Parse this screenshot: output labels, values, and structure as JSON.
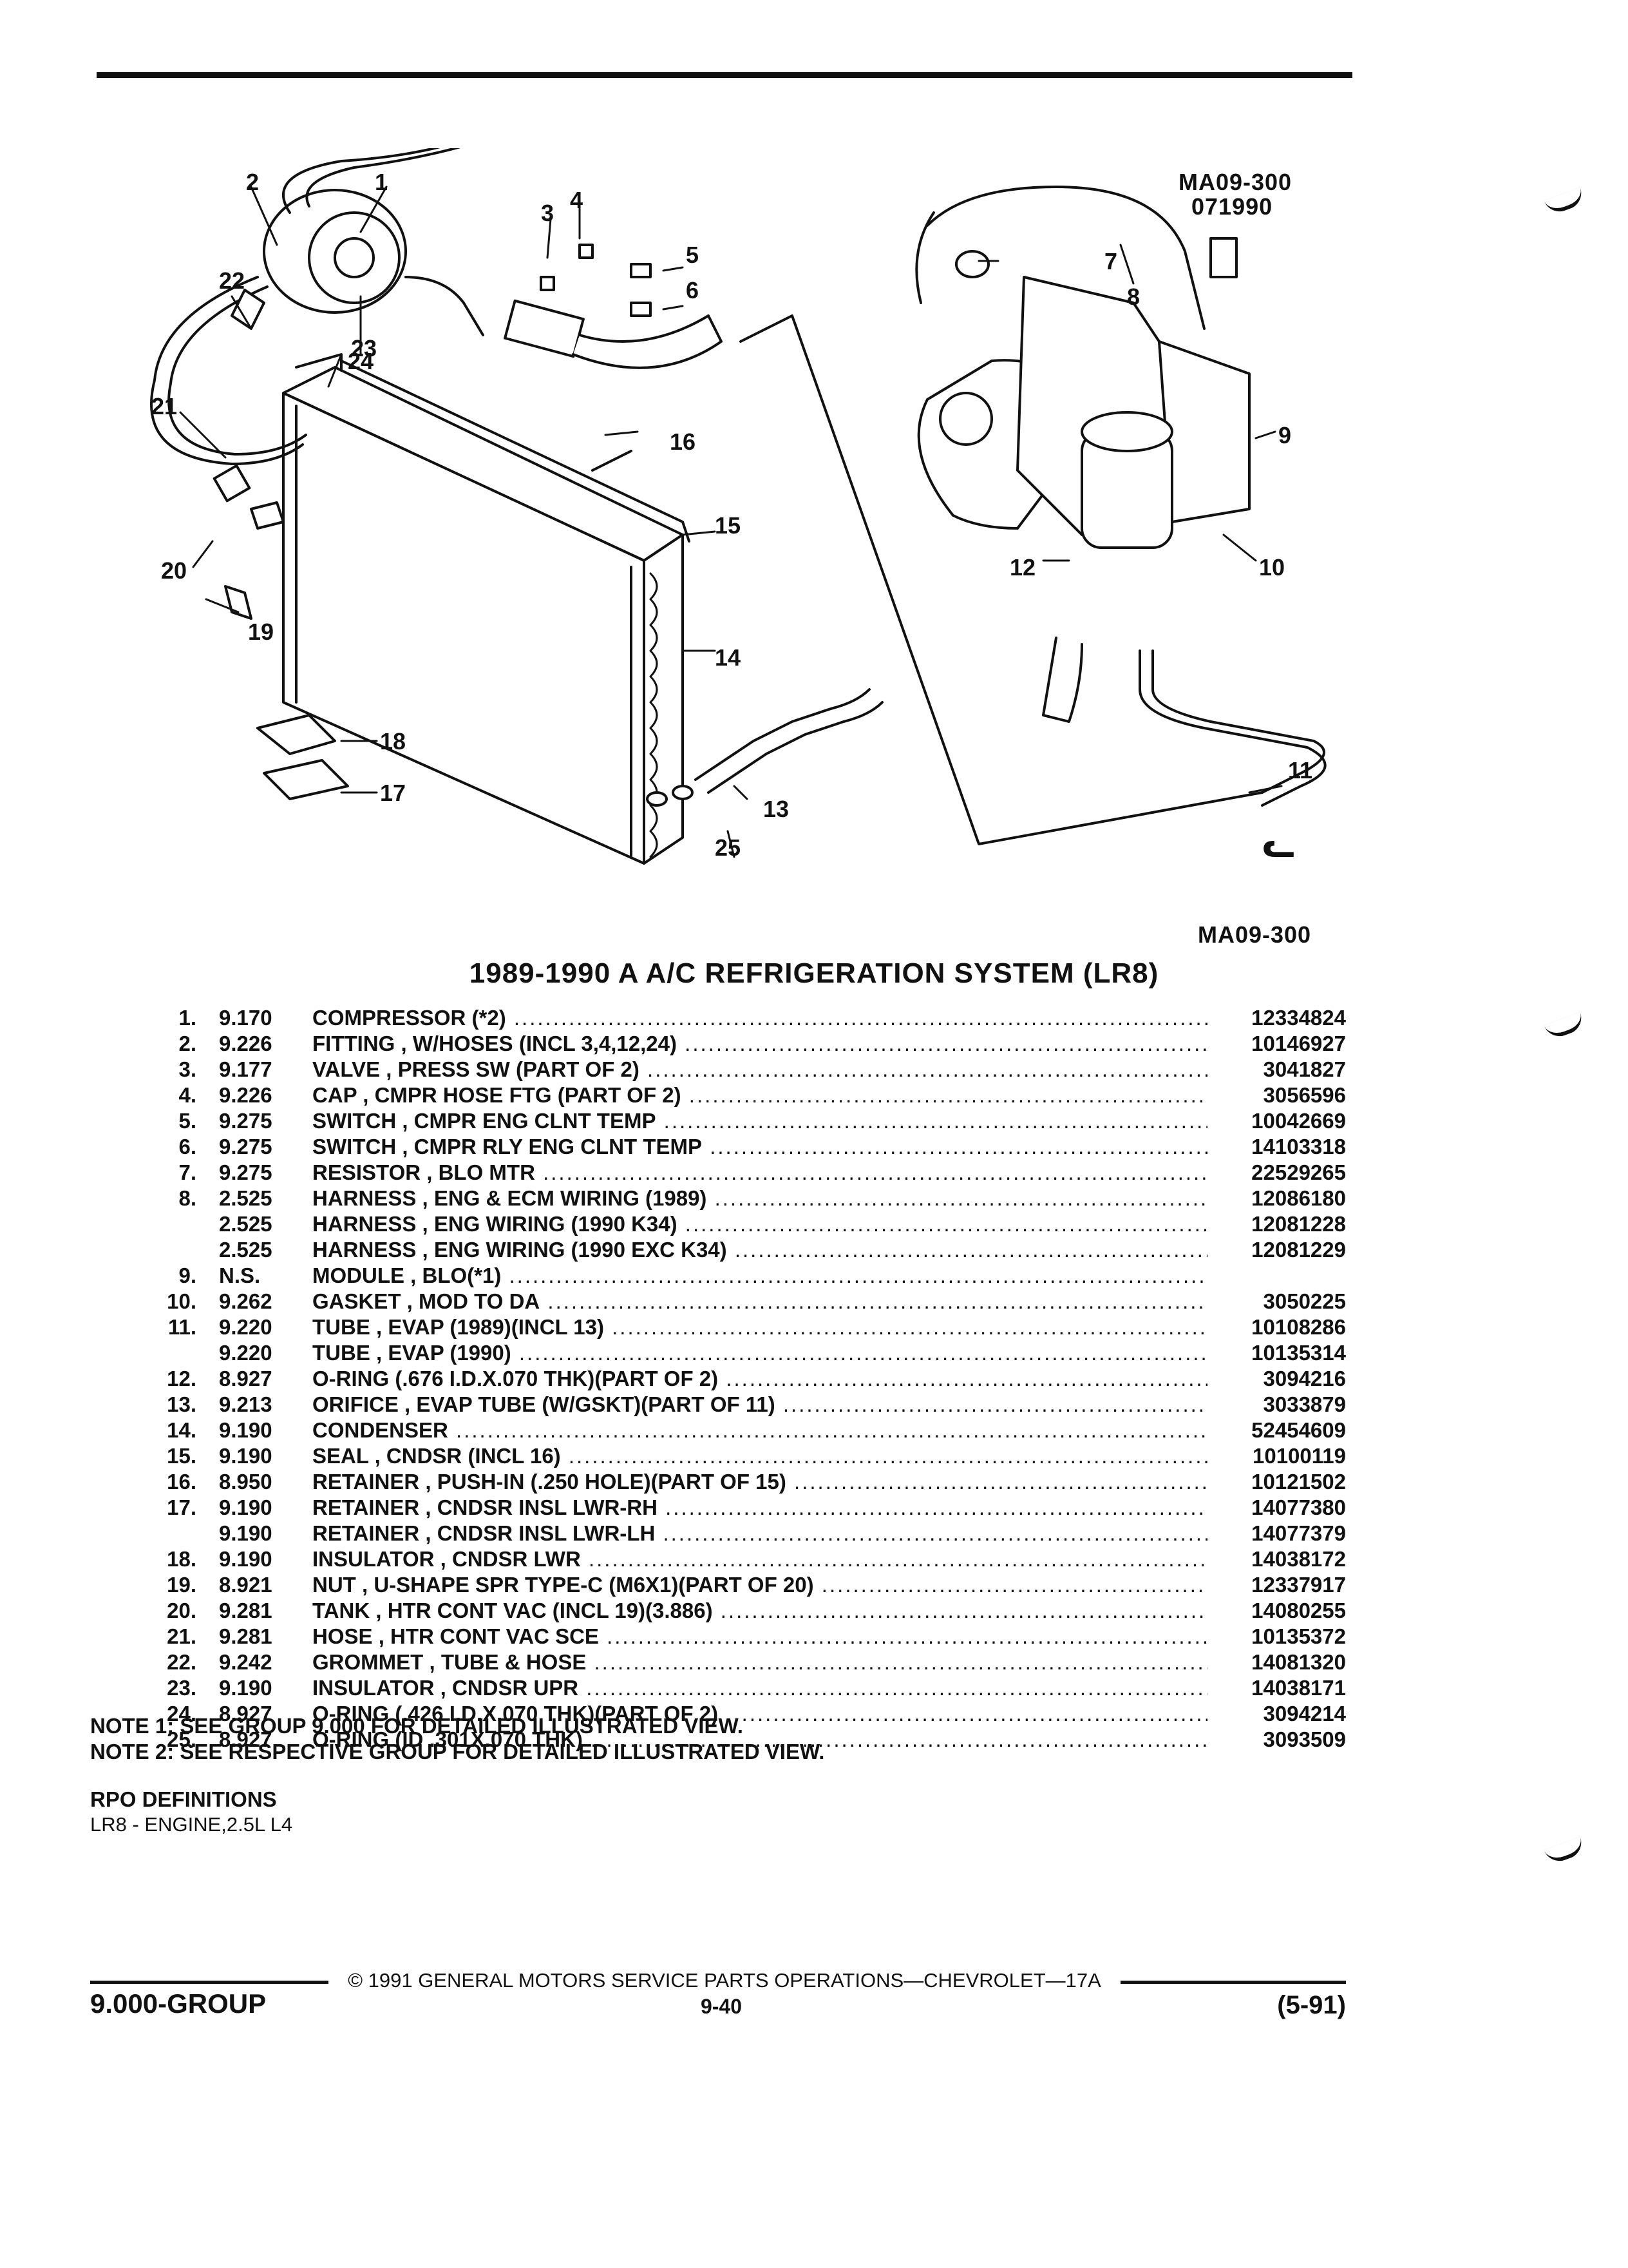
{
  "figure": {
    "id_top": "MA09-300",
    "date_code": "071990",
    "id_bottom": "MA09-300",
    "logo_mark": "ᓚ",
    "callouts": [
      "1",
      "2",
      "3",
      "4",
      "5",
      "6",
      "7",
      "8",
      "9",
      "10",
      "11",
      "12",
      "13",
      "14",
      "15",
      "16",
      "17",
      "18",
      "19",
      "20",
      "21",
      "22",
      "23",
      "24",
      "25"
    ]
  },
  "title": "1989-1990 A A/C REFRIGERATION SYSTEM (LR8)",
  "parts": [
    {
      "num": "1.",
      "group": "9.170",
      "desc": "COMPRESSOR (*2)",
      "pn": "12334824"
    },
    {
      "num": "2.",
      "group": "9.226",
      "desc": "FITTING , W/HOSES (INCL 3,4,12,24)",
      "pn": "10146927"
    },
    {
      "num": "3.",
      "group": "9.177",
      "desc": "VALVE , PRESS SW (PART OF 2)",
      "pn": "3041827"
    },
    {
      "num": "4.",
      "group": "9.226",
      "desc": "CAP , CMPR HOSE FTG (PART OF 2)",
      "pn": "3056596"
    },
    {
      "num": "5.",
      "group": "9.275",
      "desc": "SWITCH , CMPR ENG CLNT TEMP",
      "pn": "10042669"
    },
    {
      "num": "6.",
      "group": "9.275",
      "desc": "SWITCH , CMPR RLY ENG CLNT TEMP",
      "pn": "14103318"
    },
    {
      "num": "7.",
      "group": "9.275",
      "desc": "RESISTOR , BLO MTR",
      "pn": "22529265"
    },
    {
      "num": "8.",
      "group": "2.525",
      "desc": "HARNESS , ENG & ECM WIRING (1989)",
      "pn": "12086180"
    },
    {
      "num": "",
      "group": "2.525",
      "desc": "HARNESS , ENG WIRING (1990 K34)",
      "pn": "12081228"
    },
    {
      "num": "",
      "group": "2.525",
      "desc": "HARNESS , ENG WIRING (1990 EXC K34)",
      "pn": "12081229"
    },
    {
      "num": "9.",
      "group": "N.S.",
      "desc": "MODULE , BLO(*1)",
      "pn": ""
    },
    {
      "num": "10.",
      "group": "9.262",
      "desc": "GASKET , MOD TO DA",
      "pn": "3050225"
    },
    {
      "num": "11.",
      "group": "9.220",
      "desc": "TUBE , EVAP (1989)(INCL 13)",
      "pn": "10108286"
    },
    {
      "num": "",
      "group": "9.220",
      "desc": "TUBE , EVAP (1990)",
      "pn": "10135314"
    },
    {
      "num": "12.",
      "group": "8.927",
      "desc": "O-RING (.676 I.D.X.070 THK)(PART OF 2)",
      "pn": "3094216"
    },
    {
      "num": "13.",
      "group": "9.213",
      "desc": "ORIFICE , EVAP TUBE (W/GSKT)(PART OF 11)",
      "pn": "3033879"
    },
    {
      "num": "14.",
      "group": "9.190",
      "desc": "CONDENSER",
      "pn": "52454609"
    },
    {
      "num": "15.",
      "group": "9.190",
      "desc": "SEAL , CNDSR (INCL 16)",
      "pn": "10100119"
    },
    {
      "num": "16.",
      "group": "8.950",
      "desc": "RETAINER , PUSH-IN (.250 HOLE)(PART OF 15)",
      "pn": "10121502"
    },
    {
      "num": "17.",
      "group": "9.190",
      "desc": "RETAINER , CNDSR INSL LWR-RH",
      "pn": "14077380"
    },
    {
      "num": "",
      "group": "9.190",
      "desc": "RETAINER , CNDSR INSL LWR-LH",
      "pn": "14077379"
    },
    {
      "num": "18.",
      "group": "9.190",
      "desc": "INSULATOR , CNDSR LWR",
      "pn": "14038172"
    },
    {
      "num": "19.",
      "group": "8.921",
      "desc": "NUT , U-SHAPE SPR TYPE-C (M6X1)(PART OF 20)",
      "pn": "12337917"
    },
    {
      "num": "20.",
      "group": "9.281",
      "desc": "TANK , HTR CONT VAC (INCL 19)(3.886)",
      "pn": "14080255"
    },
    {
      "num": "21.",
      "group": "9.281",
      "desc": "HOSE , HTR CONT VAC SCE",
      "pn": "10135372"
    },
    {
      "num": "22.",
      "group": "9.242",
      "desc": "GROMMET , TUBE & HOSE",
      "pn": "14081320"
    },
    {
      "num": "23.",
      "group": "9.190",
      "desc": "INSULATOR , CNDSR UPR",
      "pn": "14038171"
    },
    {
      "num": "24.",
      "group": "8.927",
      "desc": "O-RING (.426 I.D.X.070 THK)(PART OF 2)",
      "pn": "3094214"
    },
    {
      "num": "25.",
      "group": "8.927",
      "desc": "O-RING (ID .301X.070 THK)",
      "pn": "3093509"
    }
  ],
  "notes": [
    "NOTE  1:  SEE GROUP 9.000 FOR DETAILED ILLUSTRATED VIEW.",
    "NOTE  2:  SEE RESPECTIVE GROUP FOR DETAILED ILLUSTRATED VIEW."
  ],
  "rpo": {
    "heading": "RPO DEFINITIONS",
    "items": [
      "LR8 - ENGINE,2.5L L4"
    ]
  },
  "footer": {
    "copyright": "© 1991 GENERAL MOTORS SERVICE PARTS OPERATIONS—CHEVROLET—17A",
    "group": "9.000-GROUP",
    "page": "9-40",
    "date": "(5-91)"
  }
}
